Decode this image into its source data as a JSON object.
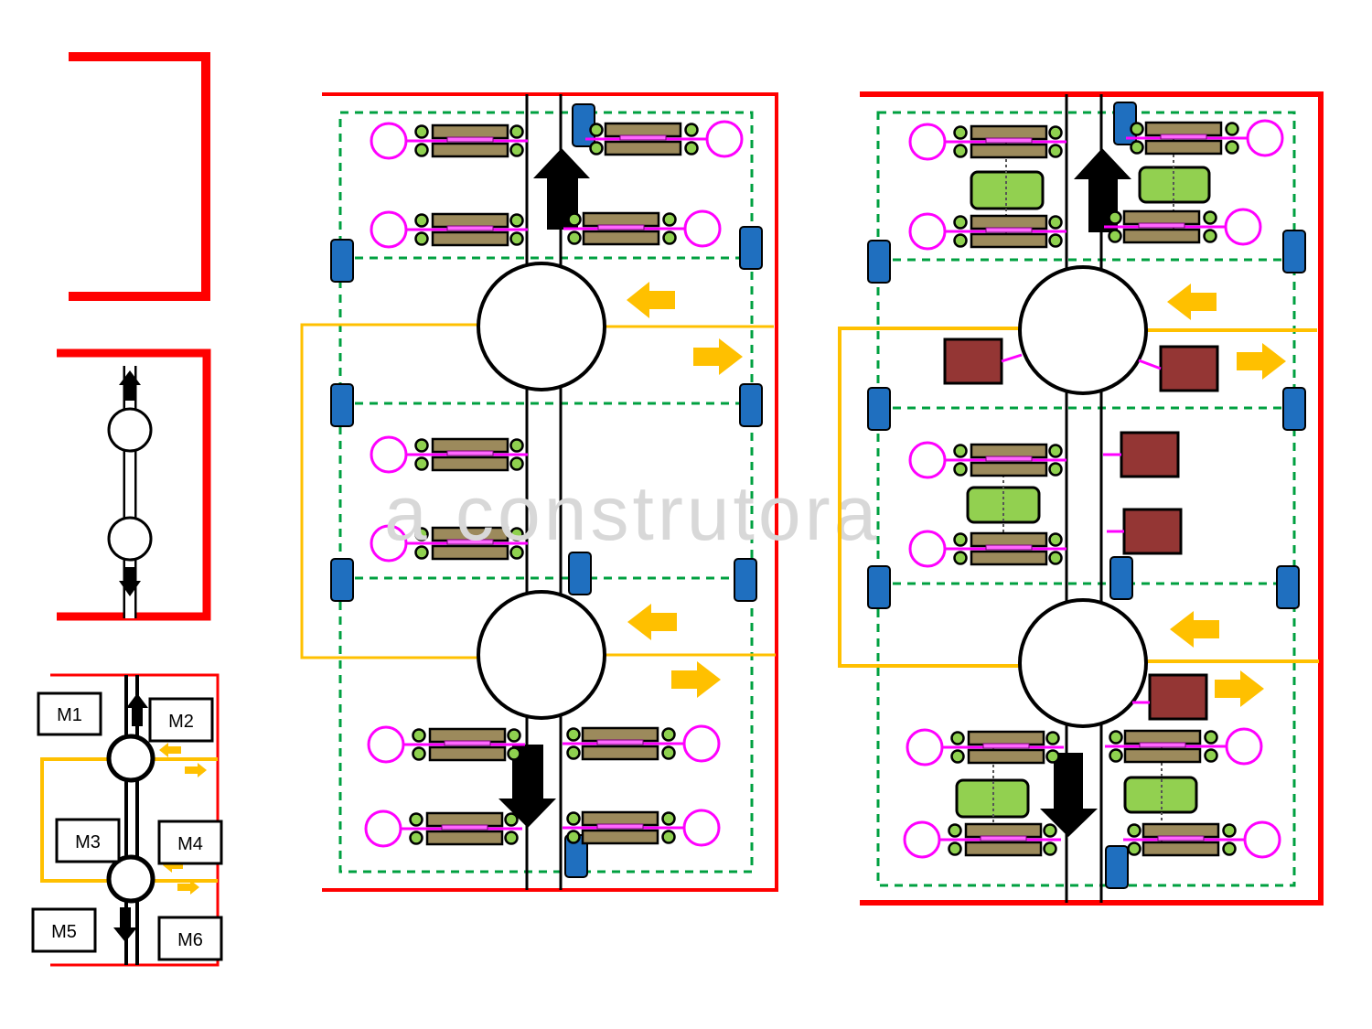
{
  "colors": {
    "boundary": "#ff0000",
    "circulation": "#ffc000",
    "zone_dash": "#00a040",
    "stair_arrow": "#000000",
    "column": "#1f6fbf",
    "car_body": "#9c8a5c",
    "car_wheel": "#8fd14f",
    "car_link": "#ff00ff",
    "pod_green": "#92d050",
    "pod_brown": "#943634"
  },
  "watermark": "a construtora",
  "legend": {
    "modules": [
      {
        "id": "m1",
        "text": "M1"
      },
      {
        "id": "m2",
        "text": "M2"
      },
      {
        "id": "m3",
        "text": "M3"
      },
      {
        "id": "m4",
        "text": "M4"
      },
      {
        "id": "m5",
        "text": "M5"
      },
      {
        "id": "m6",
        "text": "M6"
      }
    ]
  }
}
